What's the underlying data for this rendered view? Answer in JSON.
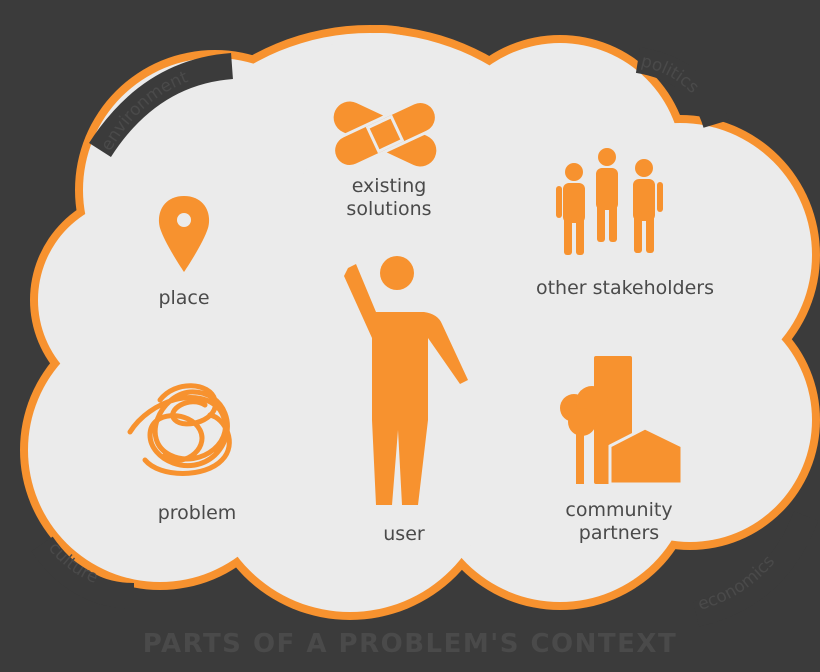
{
  "diagram": {
    "title": "PARTS OF A PROBLEM'S CONTEXT",
    "accent_color": "#f7922f",
    "cloud_fill": "#ebebeb",
    "background": "#3b3b3b",
    "text_color": "#4a4a4a",
    "edge_labels": {
      "environment": "environment",
      "politics": "politics",
      "culture": "culture",
      "economics": "economics"
    },
    "items": {
      "existing_solutions": {
        "line1": "existing",
        "line2": "solutions",
        "icon": "bandage-icon"
      },
      "other_stakeholders": {
        "label": "other stakeholders",
        "icon": "group-people-icon"
      },
      "place": {
        "label": "place",
        "icon": "map-pin-icon"
      },
      "user": {
        "label": "user",
        "icon": "person-waving-icon"
      },
      "problem": {
        "label": "problem",
        "icon": "tangle-icon"
      },
      "community_partners": {
        "line1": "community",
        "line2": "partners",
        "icon": "community-buildings-icon"
      }
    }
  }
}
